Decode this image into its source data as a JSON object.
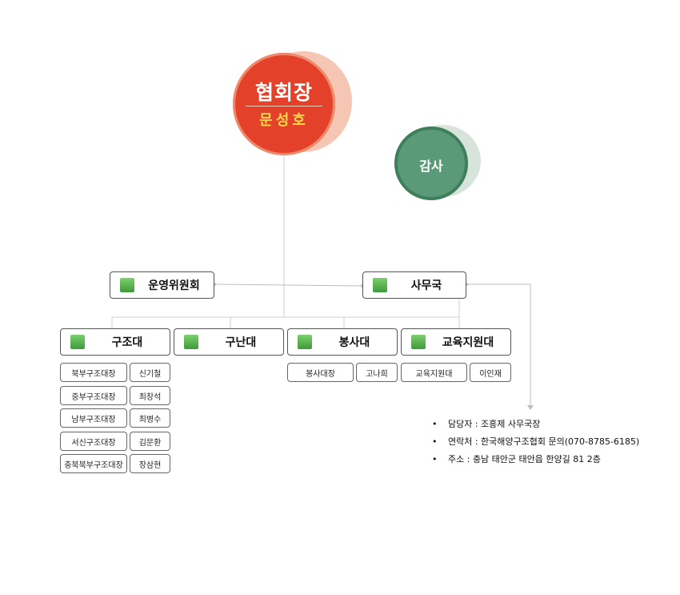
{
  "president": {
    "title": "협회장",
    "name": "문성호"
  },
  "auditor": {
    "label": "감사"
  },
  "committee": {
    "label": "운영위원회"
  },
  "secretariat": {
    "label": "사무국"
  },
  "departments": [
    {
      "label": "구조대"
    },
    {
      "label": "구난대"
    },
    {
      "label": "봉사대"
    },
    {
      "label": "교육지원대"
    }
  ],
  "rescue_units": [
    {
      "unit": "북부구조대장",
      "person": "신기철"
    },
    {
      "unit": "중부구조대장",
      "person": "최창석"
    },
    {
      "unit": "남부구조대장",
      "person": "최병수"
    },
    {
      "unit": "서신구조대장",
      "person": "김문환"
    },
    {
      "unit": "충북북부구조대장",
      "person": "장삼현"
    }
  ],
  "volunteer": {
    "unit": "봉사대장",
    "person": "고나희"
  },
  "education": {
    "unit": "교육지원대",
    "person": "이인재"
  },
  "contact": [
    {
      "bullet": "•",
      "text": "담당자 : 조흥제 사무국장"
    },
    {
      "bullet": "•",
      "text": "연락처 : 한국해양구조협회 문의(070-8785-6185)"
    },
    {
      "bullet": "•",
      "text": "주소 : 충남 태안군 태안읍 한양길 81 2층"
    }
  ],
  "colors": {
    "president": "#e4412a",
    "auditor": "#5a9a78",
    "marker": "#4aa84a",
    "name": "#ffd84a"
  }
}
